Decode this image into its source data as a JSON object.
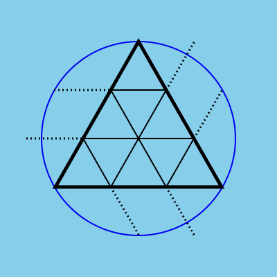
{
  "colors": {
    "background": "#87CEEB",
    "circle": "#0000EE",
    "lines": "#000000"
  },
  "figure": {
    "description_elements": [
      "outer-triangle",
      "circumscribed-circle",
      "inner-grid-lines",
      "dotted-extension-lines"
    ]
  }
}
